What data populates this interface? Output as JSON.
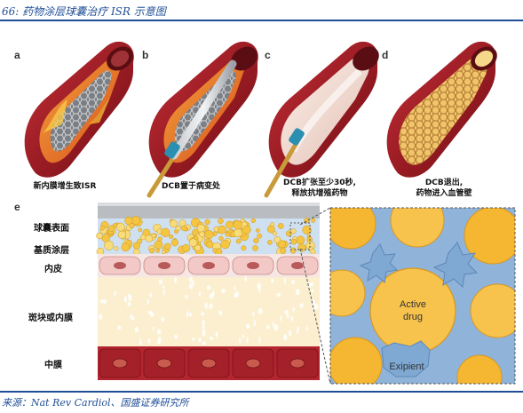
{
  "header": {
    "title": "66: 药物涂层球囊治疗 ISR 示意图"
  },
  "footer": {
    "source": "来源：Nat Rev Cardiol、国盛证券研究所"
  },
  "panels": [
    {
      "letter": "a",
      "caption_lines": [
        "新内膜增生致ISR"
      ]
    },
    {
      "letter": "b",
      "caption_lines": [
        "DCB置于病变处"
      ]
    },
    {
      "letter": "c",
      "caption_lines": [
        "DCB扩张至少30秒,",
        "释放抗增殖药物"
      ]
    },
    {
      "letter": "d",
      "caption_lines": [
        "DCB退出,",
        "药物进入血管壁"
      ]
    }
  ],
  "panel_e": {
    "letter": "e",
    "layers": [
      "球囊表面",
      "基质涂层",
      "内皮",
      "斑块或内膜",
      "中膜"
    ],
    "zoom": {
      "drug_label_1": "Active",
      "drug_label_2": "drug",
      "excipient_label": "Exipient"
    }
  },
  "colors": {
    "brand_blue": "#1f4e96",
    "vessel_red": "#a8232b",
    "drug_yellow": "#f5b731",
    "excipient_blue": "#8fb3d9"
  }
}
